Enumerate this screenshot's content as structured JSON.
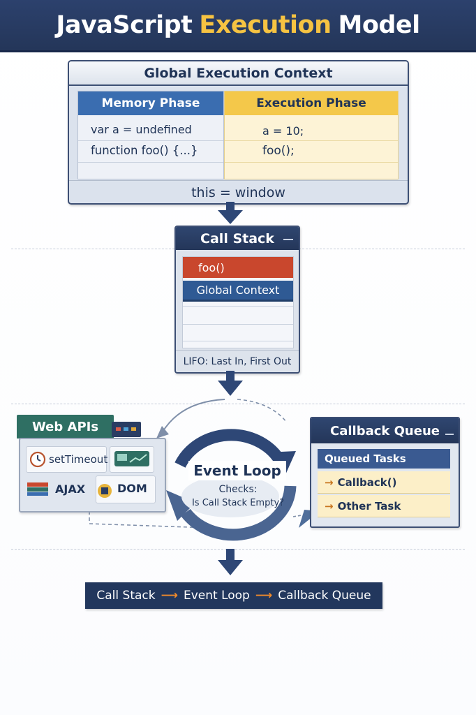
{
  "title": {
    "part1": "JavaScript",
    "part2": "Execution",
    "part3": "Model"
  },
  "global_context": {
    "title": "Global Execution Context",
    "memory_phase": {
      "label": "Memory Phase",
      "lines": [
        "var a = undefined",
        "function foo() {...}"
      ]
    },
    "execution_phase": {
      "label": "Execution Phase",
      "lines": [
        "a = 10;",
        "foo();"
      ]
    },
    "this_binding": "this = window"
  },
  "call_stack": {
    "title": "Call Stack",
    "frames": [
      "foo()",
      "Global Context"
    ],
    "caption": "LIFO: Last In, First Out"
  },
  "web_apis": {
    "title": "Web APIs",
    "items": [
      {
        "label": "setTimeout",
        "icon": "clock-icon"
      },
      {
        "label": "",
        "icon": "chat-graph-icon"
      },
      {
        "label": "AJAX",
        "icon": "stack-icon"
      },
      {
        "label": "DOM",
        "icon": "dom-icon"
      }
    ]
  },
  "event_loop": {
    "title": "Event Loop",
    "checks_label": "Checks:",
    "question": "Is Call Stack Empty?"
  },
  "callback_queue": {
    "title": "Callback Queue",
    "subheader": "Queued Tasks",
    "tasks": [
      "Callback()",
      "Other Task"
    ]
  },
  "flow": {
    "steps": [
      "Call Stack",
      "Event Loop",
      "Callback Queue"
    ]
  },
  "colors": {
    "navy": "#243659",
    "accent_yellow": "#f6c342",
    "memory_blue": "#3a6db0",
    "execution_yellow": "#f4c84a",
    "stack_red": "#c9472d",
    "flow_orange": "#f08a2b"
  }
}
